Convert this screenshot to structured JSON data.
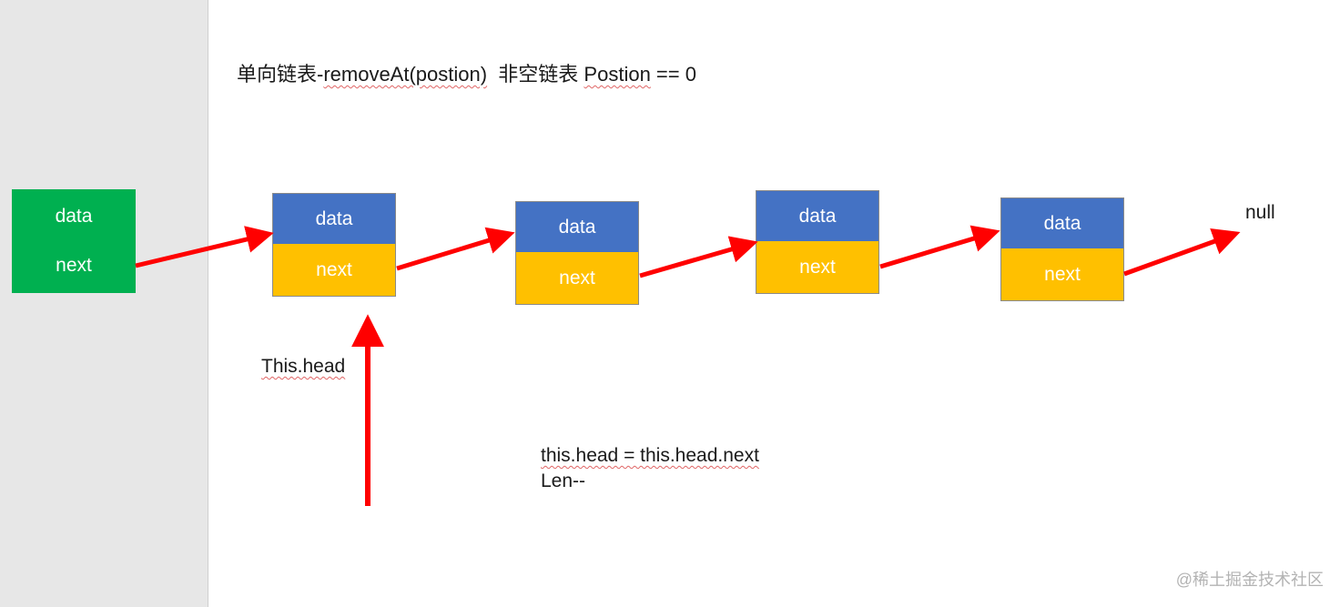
{
  "title": {
    "prefix": "单向链表-",
    "method": "removeAt(postion)",
    "middle": "  非空链表 ",
    "param": "Postion",
    "suffix": " == 0"
  },
  "removed_node": {
    "data_label": "data",
    "next_label": "next"
  },
  "nodes": [
    {
      "data_label": "data",
      "next_label": "next"
    },
    {
      "data_label": "data",
      "next_label": "next"
    },
    {
      "data_label": "data",
      "next_label": "next"
    },
    {
      "data_label": "data",
      "next_label": "next"
    }
  ],
  "null_label": "null",
  "head_label": "This.head",
  "code": {
    "line1": "this.head = this.head.next",
    "line2": "Len--"
  },
  "watermark": "@稀土掘金技术社区",
  "colors": {
    "removed_node": "#00b050",
    "node_data": "#4472c4",
    "node_next": "#ffc000",
    "arrow": "#ff0000"
  }
}
